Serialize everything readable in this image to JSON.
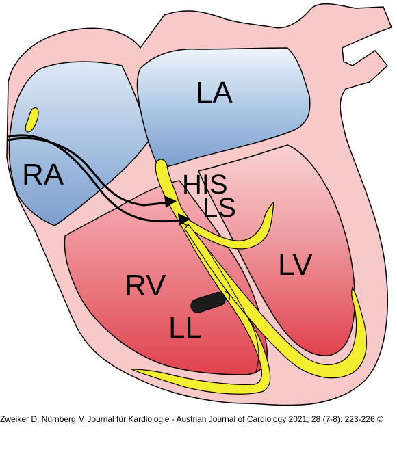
{
  "labels": {
    "ra": "RA",
    "la": "LA",
    "his": "HIS",
    "ls": "LS",
    "rv": "RV",
    "lv": "LV",
    "ll": "LL"
  },
  "caption": "Zweiker D, Nürnberg M Journal für Kardiologie - Austrian Journal of Cardiology 2021; 28 (7-8): 223-226 ©",
  "colors": {
    "heart_wall": "#f7c9c9",
    "atria": "#9dbbdd",
    "ventricles": "#e8535b",
    "conduction": "#f3ef30",
    "outline": "#000000"
  }
}
